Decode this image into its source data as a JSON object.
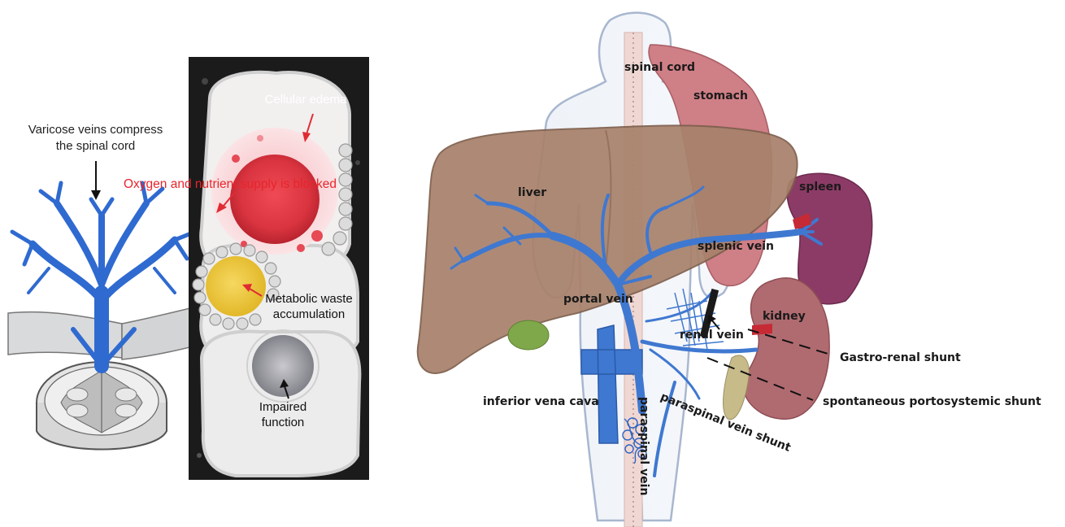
{
  "left_panel": {
    "compress_label_line1": "Varicose veins compress",
    "compress_label_line2": "the spinal cord"
  },
  "cell_panel": {
    "edema": "Cellular edema",
    "blocked": "Oxygen and nutrient supply is blocked",
    "waste_line1": "Metabolic waste",
    "waste_line2": "accumulation",
    "impaired_line1": "Impaired",
    "impaired_line2": "function"
  },
  "anatomy": {
    "spinal_cord": "spinal cord",
    "stomach": "stomach",
    "liver": "liver",
    "spleen": "spleen",
    "splenic_vein": "splenic vein",
    "portal_vein": "portal vein",
    "kidney": "kidney",
    "renal_vein": "renal vein",
    "gastro_renal_shunt": "Gastro-renal shunt",
    "spontaneous_shunt": "spontaneous portosystemic shunt",
    "inferior_vena_cava": "inferior vena cava",
    "paraspinal_vein_shunt": "paraspinal vein shunt",
    "paraspinal_vein": "paraspinal vein"
  },
  "colors": {
    "vein_blue": "#3f78d0",
    "liver_brown": "#a8826c",
    "cell_panel_bg": "#1b1b1b",
    "red_text": "#e8252c"
  }
}
